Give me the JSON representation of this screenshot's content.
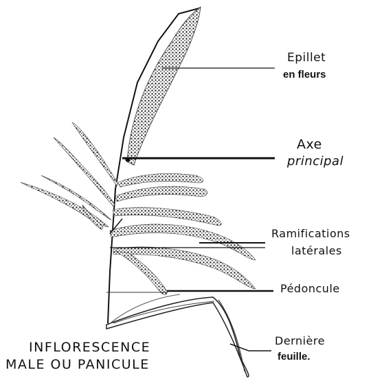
{
  "labels": {
    "epillet_line1": "Epillet",
    "epillet_line2": "en   fleurs",
    "axe_line1": "Axe",
    "axe_line2": "principal",
    "ramif_line1": "Ramifications",
    "ramif_line2": "latérales",
    "pedoncule": "Pédoncule",
    "derniere_line1": "Dernière",
    "derniere_line2": "feuille."
  },
  "caption": {
    "line1": "INFLORESCENCE",
    "line2": "MALE OU PANICULE"
  },
  "colors": {
    "ink": "#111111",
    "background": "#ffffff"
  }
}
